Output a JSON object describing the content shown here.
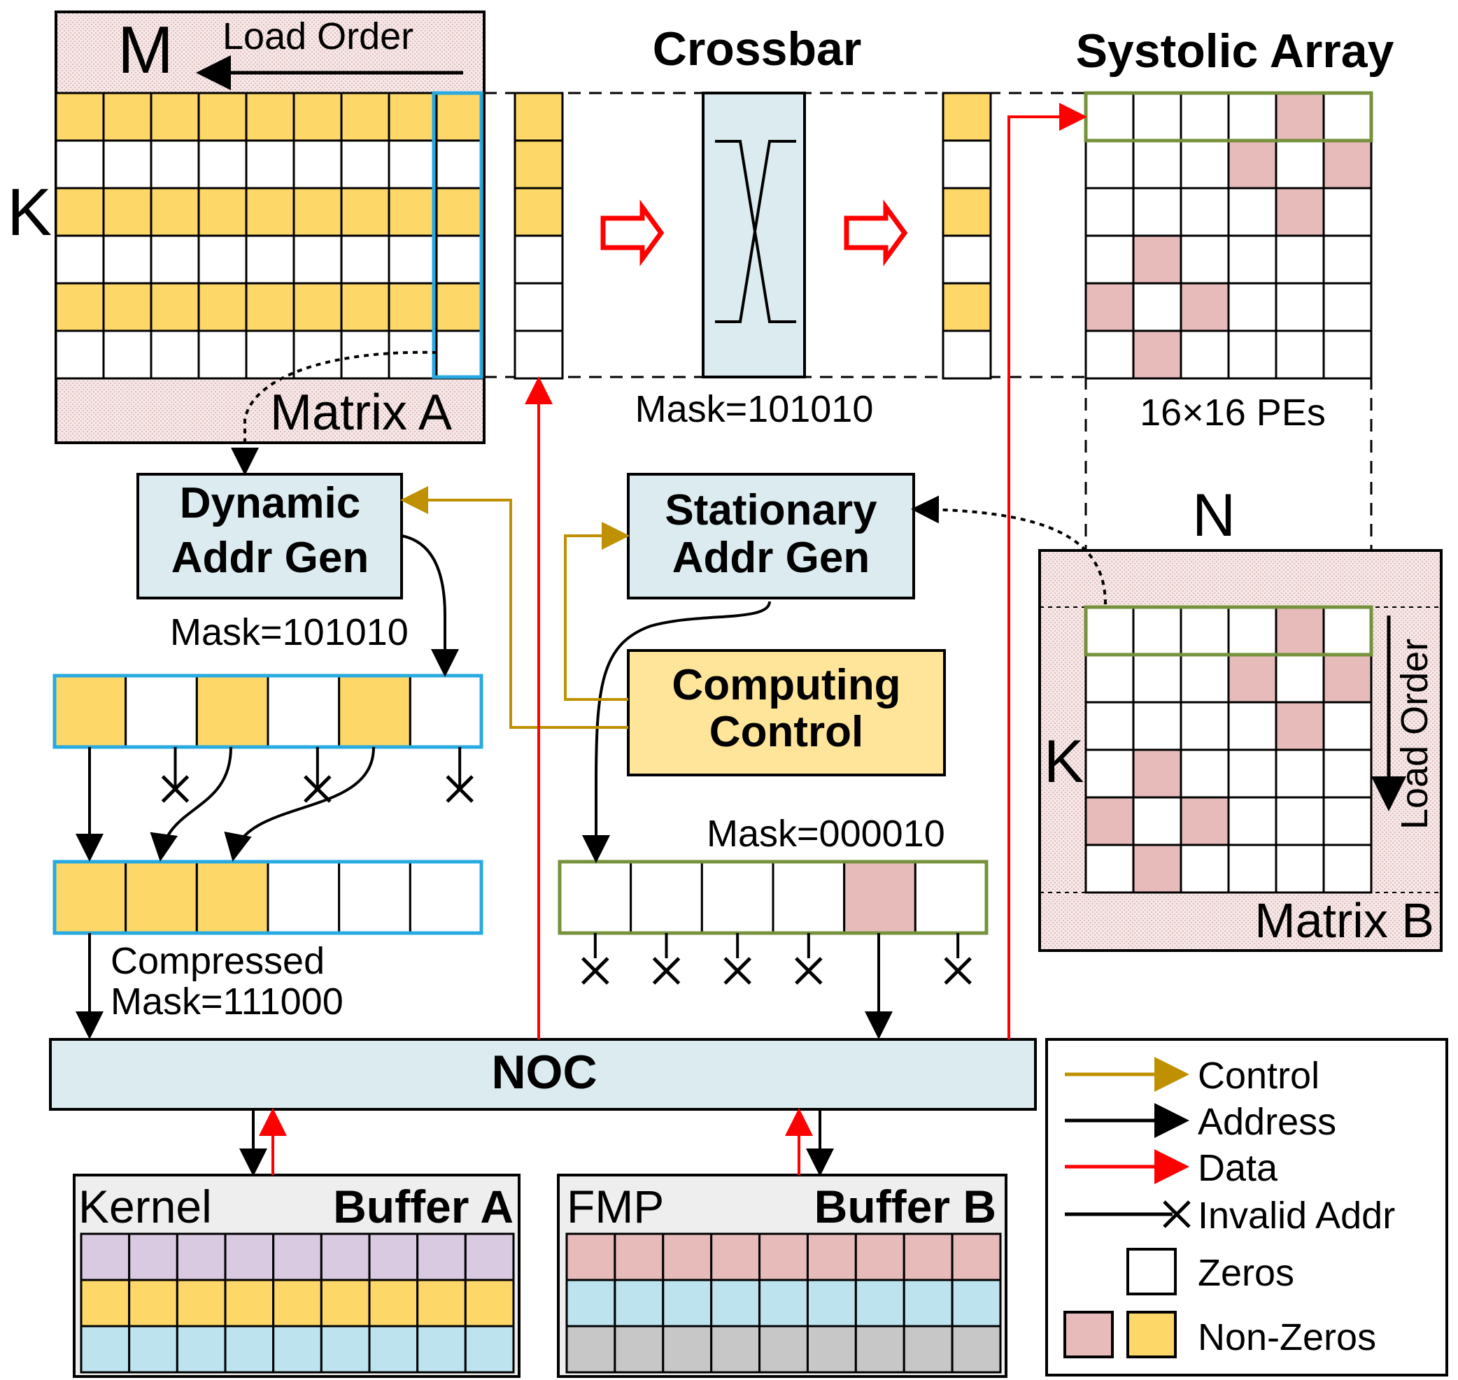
{
  "colors": {
    "yellow": "#FDD868",
    "pink": "#E8BBBB",
    "lightblue": "#DCEBEF",
    "purple": "#D9C9E1",
    "cyanrow": "#BDE3EE",
    "grayrow": "#C7C7C7",
    "outline_blue": "#27AAE1",
    "outline_green": "#76923C",
    "control": "#BF9000",
    "data": "#FF0000",
    "ctrlbox": "#FEE599"
  },
  "matrixA": {
    "dim_m": "M",
    "dim_k": "K",
    "load_order": "Load Order",
    "name": "Matrix A",
    "row_nonzero": [
      1,
      0,
      1,
      0,
      1,
      0
    ]
  },
  "crossbar": {
    "title": "Crossbar",
    "mask": "Mask=101010",
    "input_col": [
      1,
      1,
      1,
      0,
      0,
      0
    ],
    "output_col": [
      1,
      0,
      1,
      0,
      1,
      0
    ]
  },
  "systolic": {
    "title": "Systolic Array",
    "pes": "16×16 PEs",
    "grid": [
      [
        0,
        0,
        0,
        0,
        1,
        0
      ],
      [
        0,
        0,
        0,
        1,
        0,
        1
      ],
      [
        0,
        0,
        0,
        0,
        1,
        0
      ],
      [
        0,
        1,
        0,
        0,
        0,
        0
      ],
      [
        1,
        0,
        1,
        0,
        0,
        0
      ],
      [
        0,
        1,
        0,
        0,
        0,
        0
      ]
    ]
  },
  "matrixB": {
    "dim_n": "N",
    "dim_k": "K",
    "load_order": "Load Order",
    "name": "Matrix B"
  },
  "dynamic_addr_gen": {
    "line1": "Dynamic",
    "line2": "Addr Gen",
    "mask": "Mask=101010"
  },
  "stationary_addr_gen": {
    "line1": "Stationary",
    "line2": "Addr Gen"
  },
  "computing_control": {
    "line1": "Computing",
    "line2": "Control"
  },
  "dyn_vector": [
    1,
    0,
    1,
    0,
    1,
    0
  ],
  "compressed": {
    "vector": [
      1,
      1,
      1,
      0,
      0,
      0
    ],
    "line1": "Compressed",
    "line2": "Mask=111000"
  },
  "stat_vector": {
    "mask": "Mask=000010",
    "vector": [
      0,
      0,
      0,
      0,
      1,
      0
    ]
  },
  "noc": {
    "label": "NOC"
  },
  "bufferA": {
    "prefix": "Kernel",
    "title": "Buffer A"
  },
  "bufferB": {
    "prefix": "FMP",
    "title": "Buffer B"
  },
  "legend": {
    "control": "Control",
    "address": "Address",
    "data": "Data",
    "invalid": "Invalid Addr",
    "zeros": "Zeros",
    "nonzeros": "Non-Zeros"
  }
}
